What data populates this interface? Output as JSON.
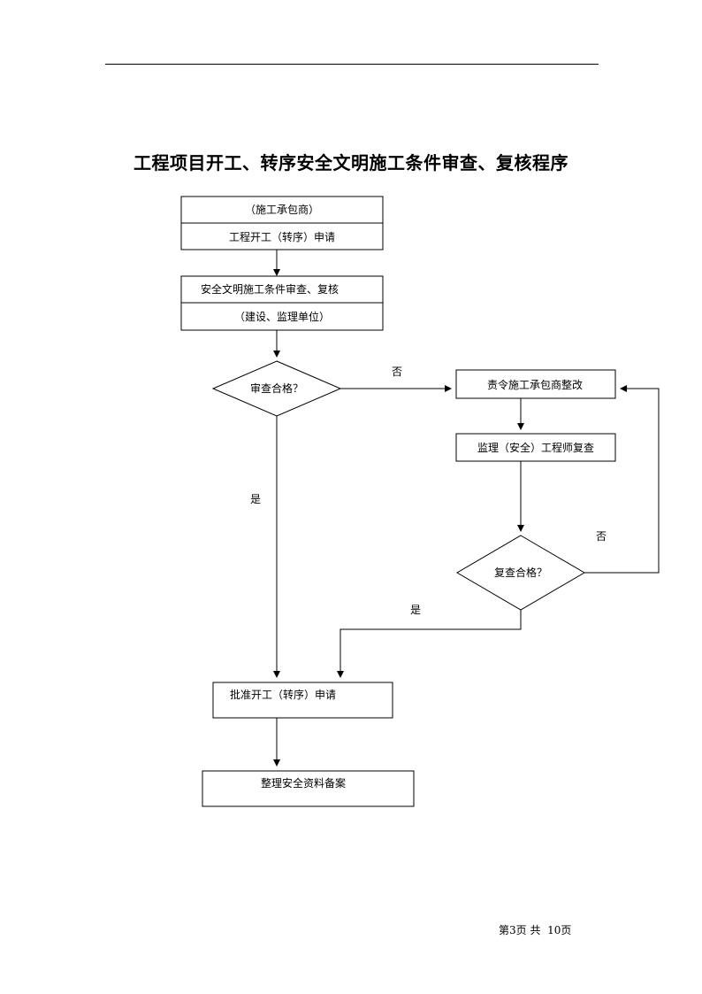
{
  "title": "工程项目开工、转序安全文明施工条件审查、复核程序",
  "flowchart": {
    "box_contractor": "（施工承包商）",
    "box_apply": "工程开工（转序）申请",
    "box_review": "安全文明施工条件审查、复核",
    "box_units": "（建设、监理单位）",
    "diamond_review": "审查合格？",
    "label_no_1": "否",
    "label_yes_1": "是",
    "box_rectify": "责令施工承包商整改",
    "box_recheck_engineer": "监理（安全）工程师复查",
    "diamond_recheck": "复查合格？",
    "label_no_2": "否",
    "label_yes_2": "是",
    "box_approve": "批准开工（转序）申请",
    "box_archive": "整理安全资料备案"
  },
  "footer": {
    "page_info": "第3页 共  10页"
  }
}
